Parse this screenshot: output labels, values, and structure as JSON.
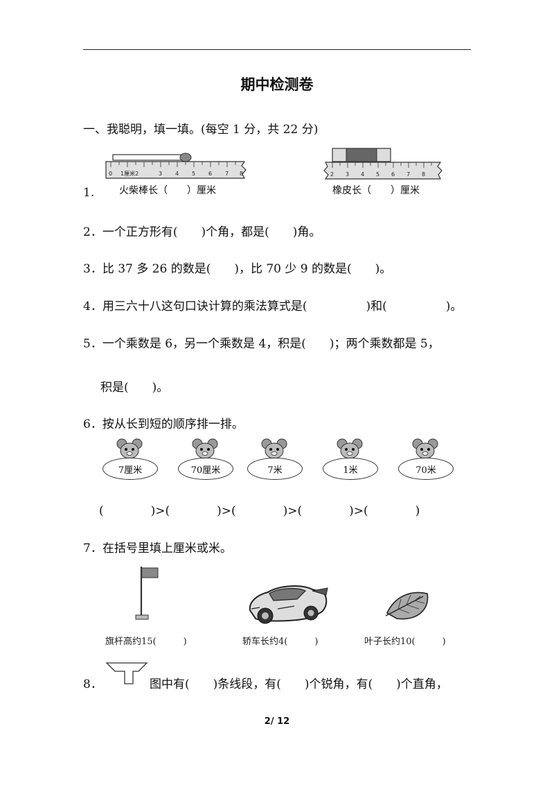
{
  "title": "期中检测卷",
  "section1": "一、我聪明，填一填。(每空 1 分，共 22 分)",
  "q1": {
    "num": "1.",
    "ruler_left_labels": [
      "0",
      "1厘米2",
      "3",
      "4",
      "5",
      "6",
      "7",
      "8"
    ],
    "ruler_right_labels": [
      "2",
      "3",
      "4",
      "5",
      "6",
      "7",
      "8"
    ],
    "caption_left": "火柴棒长（　　）厘米",
    "caption_right": "橡皮长（　　）厘米"
  },
  "q2": "2．一个正方形有(　　)个角，都是(　　)角。",
  "q3": "3．比 37 多 26 的数是(　　)，比 70 少 9 的数是(　　)。",
  "q4": "4．用三六十八这句口诀计算的乘法算式是(　　　　　)和(　　　　　)。",
  "q5_line1": "5．一个乘数是 6，另一个乘数是 4，积是(　　)；两个乘数都是 5，",
  "q5_line2": "积是(　　)。",
  "q6": {
    "text": "6．按从长到短的顺序排一排。",
    "items": [
      "7厘米",
      "70厘米",
      "7米",
      "1米",
      "70米"
    ],
    "answer_line": "(　　　　)>(　　　　)>(　　　　)>(　　　　)>(　　　　)"
  },
  "q7": {
    "text": "7．在括号里填上厘米或米。",
    "captions": [
      "旗杆高约15(　　　)",
      "轿车长约4(　　　)",
      "叶子长约10(　　　)"
    ]
  },
  "q8": {
    "num": "8．",
    "text": "图中有(　　)条线段，有(　　)个锐角，有(　　)个直角，"
  },
  "footer": "2/  12"
}
